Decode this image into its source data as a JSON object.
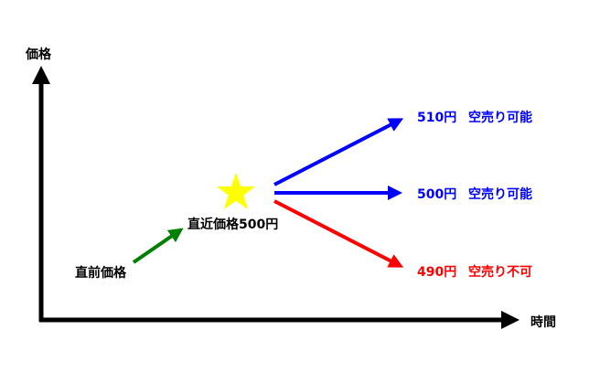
{
  "axes": {
    "y_label": "価格",
    "x_label": "時間"
  },
  "labels": {
    "previous_price": "直前価格",
    "recent_price": "直近価格500円"
  },
  "scenarios": [
    {
      "price": "510円",
      "status": "空売り可能",
      "color": "#0000ff"
    },
    {
      "price": "500円",
      "status": "空売り可能",
      "color": "#0000ff"
    },
    {
      "price": "490円",
      "status": "空売り不可",
      "color": "#ff0000"
    }
  ],
  "colors": {
    "trend": "#008000",
    "star": "#ffff00",
    "axis": "#000000"
  }
}
